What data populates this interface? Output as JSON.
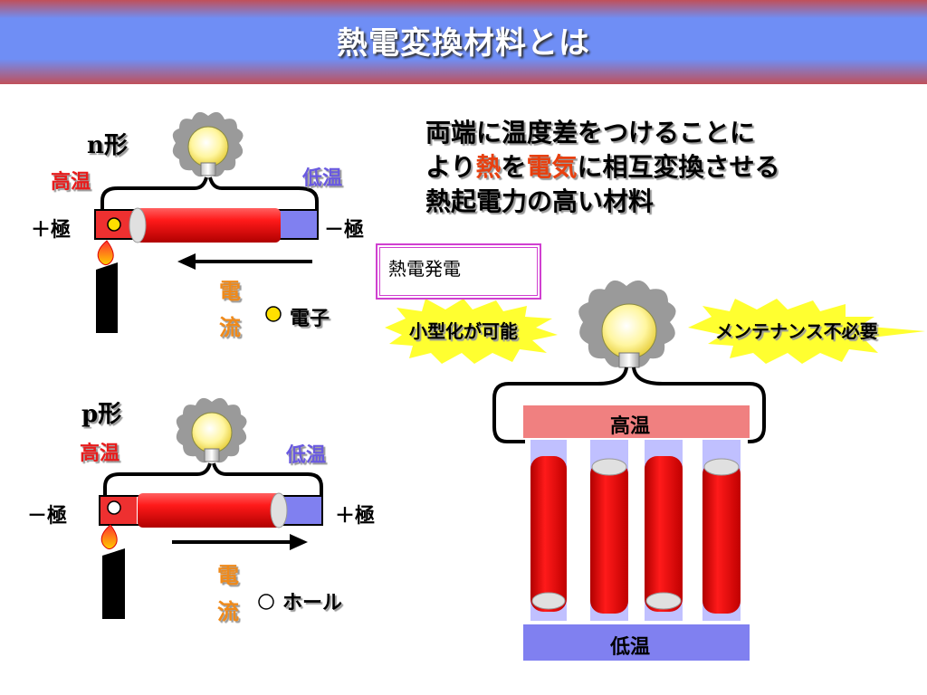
{
  "title": "熱電変換材料とは",
  "n_type": {
    "label": "n形",
    "hot": "高温",
    "cold": "低温",
    "left_pole": "＋極",
    "right_pole": "－極",
    "current_char1": "電",
    "current_char2": "流",
    "carrier": "電子"
  },
  "p_type": {
    "label": "p形",
    "hot": "高温",
    "cold": "低温",
    "left_pole": "－極",
    "right_pole": "＋極",
    "current_char1": "電",
    "current_char2": "流",
    "carrier": "ホール"
  },
  "description": {
    "line1": "両端に温度差をつけることに",
    "line2_pre": "より",
    "line2_heat": "熱",
    "line2_mid": "を",
    "line2_elec": "電気",
    "line2_post": "に相互変換させる",
    "line3": "熱起電力の高い材料"
  },
  "box_label": "熱電発電",
  "module": {
    "badge_left": "小型化が可能",
    "badge_right": "メンテナンス不必要",
    "hot": "高温",
    "cold": "低温"
  },
  "colors": {
    "hot_red": "#e81c1c",
    "cold_blue": "#6a5ae0",
    "current_orange": "#f08a1a",
    "bar_red": "#ee1c24",
    "cold_plate": "#8080f0",
    "hot_plate": "#f08080"
  }
}
